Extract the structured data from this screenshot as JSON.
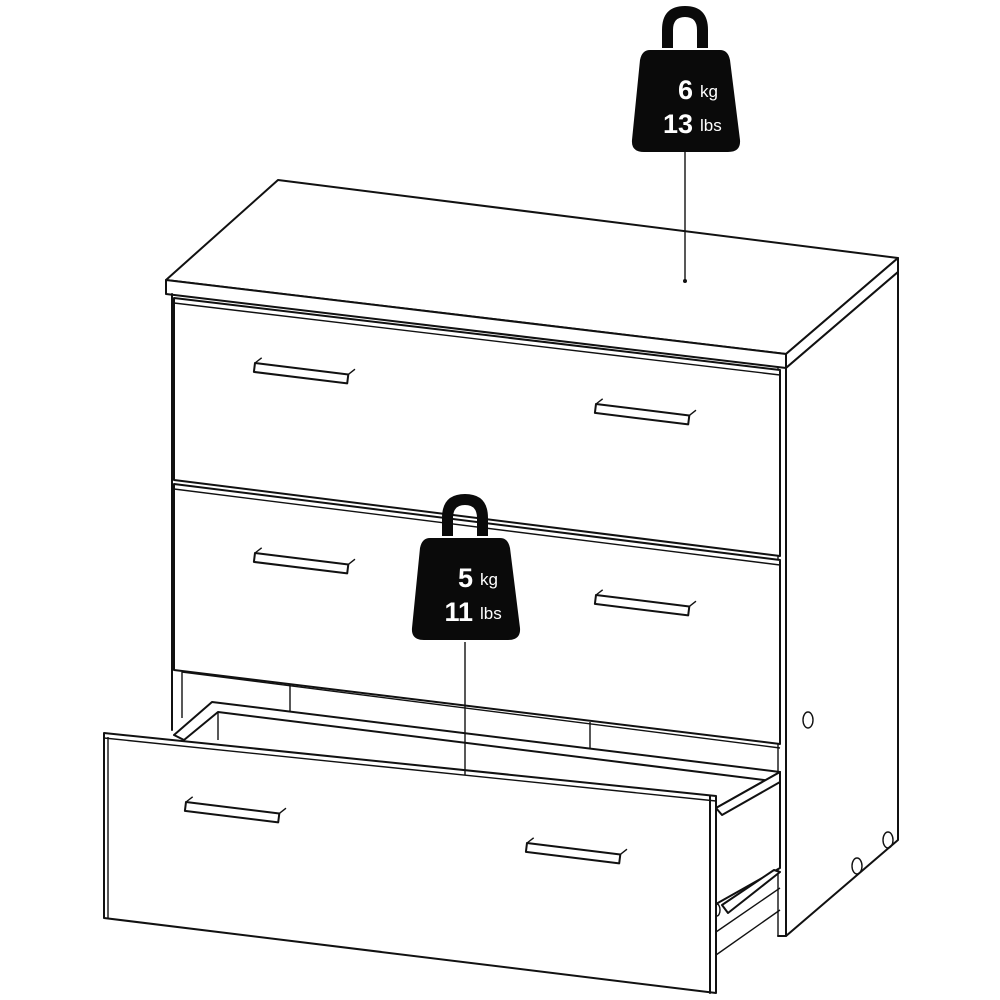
{
  "diagram": {
    "subject": "3-drawer chest with bottom drawer open",
    "background": "#ffffff",
    "line_color": "#111111",
    "weight_badge_color": "#0a0a0a",
    "weight_text_color": "#ffffff"
  },
  "weights": [
    {
      "id": "top-surface",
      "target": "top panel",
      "metric_value": "6",
      "metric_unit": "kg",
      "imperial_value": "13",
      "imperial_unit": "lbs"
    },
    {
      "id": "drawer",
      "target": "open drawer",
      "metric_value": "5",
      "metric_unit": "kg",
      "imperial_value": "11",
      "imperial_unit": "lbs"
    }
  ],
  "drawers": [
    {
      "position": "top",
      "state": "closed",
      "handles": 2
    },
    {
      "position": "middle",
      "state": "closed",
      "handles": 2
    },
    {
      "position": "bottom",
      "state": "open",
      "handles": 2
    }
  ]
}
